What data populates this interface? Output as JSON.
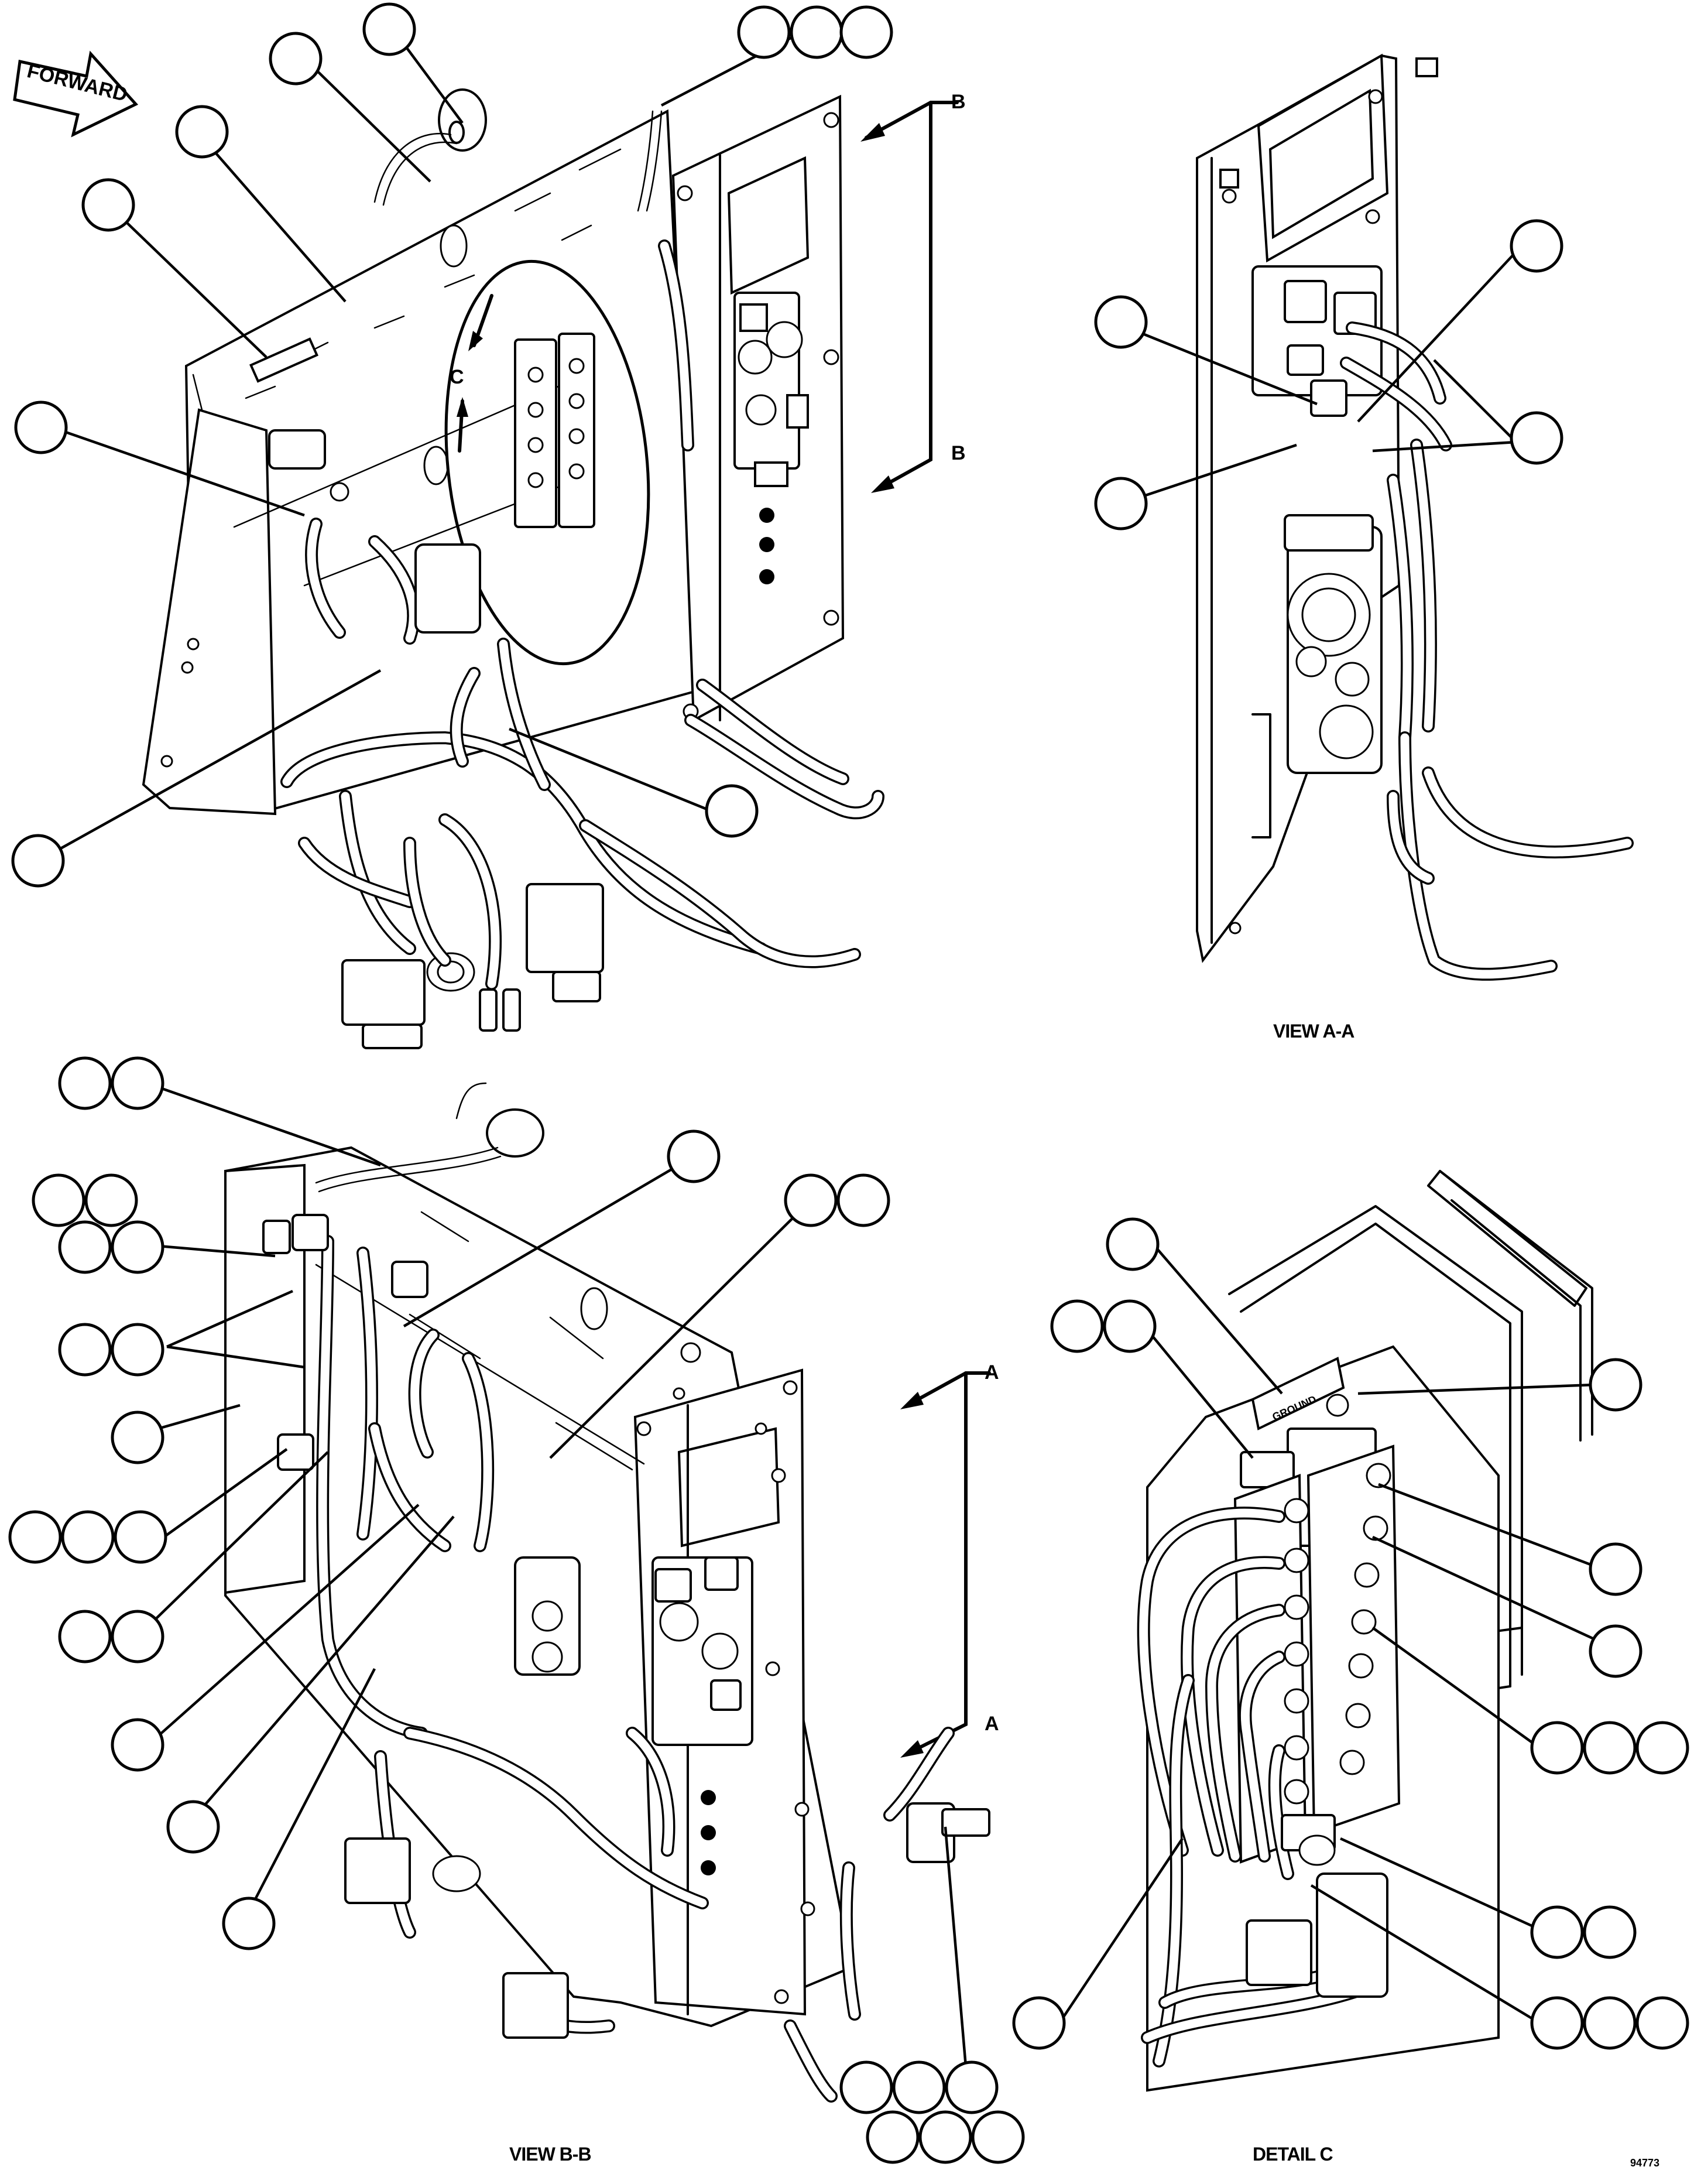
{
  "figure": {
    "direction_label": "FORWARD",
    "section_letters": [
      "B",
      "B",
      "C",
      "A",
      "A"
    ],
    "views": [
      {
        "id": "main",
        "title": ""
      },
      {
        "id": "view-a-a",
        "title": "VIEW A-A"
      },
      {
        "id": "view-b-b",
        "title": "VIEW B-B"
      },
      {
        "id": "detail-c",
        "title": "DETAIL C"
      }
    ],
    "ground_label": "GROUND",
    "figure_number": "94773"
  }
}
